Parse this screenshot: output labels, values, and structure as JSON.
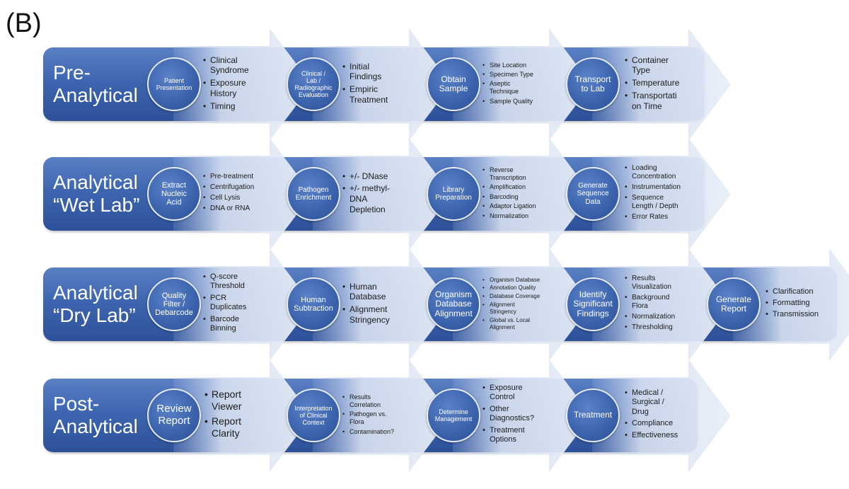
{
  "panel_label": "(B)",
  "rows": [
    {
      "title": "Pre-\nAnalytical",
      "steps": [
        {
          "name": "Patient\nPresentation",
          "items": [
            "Clinical\nSyndrome",
            "Exposure\nHistory",
            "Timing"
          ]
        },
        {
          "name": "Clinical /\nLab /\nRadiographic\nEvaluation",
          "items": [
            "Initial\nFindings",
            "Empiric\nTreatment"
          ]
        },
        {
          "name": "Obtain\nSample",
          "items": [
            "Site Location",
            "Specimen Type",
            "Aseptic\nTechnique",
            "Sample Quality"
          ]
        },
        {
          "name": "Transport\nto Lab",
          "items": [
            "Container\nType",
            "Temperature",
            "Transportati\non Time"
          ]
        }
      ]
    },
    {
      "title": "Analytical\n“Wet Lab”",
      "steps": [
        {
          "name": "Extract\nNucleic\nAcid",
          "items": [
            "Pre-treatment",
            "Centrifugation",
            "Cell Lysis",
            "DNA or RNA"
          ]
        },
        {
          "name": "Pathogen\nEnrichment",
          "items": [
            "+/- DNase",
            "+/- methyl-\nDNA\nDepletion"
          ]
        },
        {
          "name": "Library\nPreparation",
          "items": [
            "Reverse\nTranscription",
            "Amplification",
            "Barcoding",
            "Adaptor Ligation",
            "Normalization"
          ]
        },
        {
          "name": "Generate\nSequence\nData",
          "items": [
            "Loading\nConcentration",
            "Instrumentation",
            "Sequence\nLength / Depth",
            "Error Rates"
          ]
        }
      ]
    },
    {
      "title": "Analytical\n“Dry Lab”",
      "steps": [
        {
          "name": "Quality\nFilter /\nDebarcode",
          "items": [
            "Q-score\nThreshold",
            "PCR\nDuplicates",
            "Barcode\nBinning"
          ]
        },
        {
          "name": "Human\nSubtraction",
          "items": [
            "Human\nDatabase",
            "Alignment\nStringency"
          ]
        },
        {
          "name": "Organism\nDatabase\nAlignment",
          "items": [
            "Organism Database",
            "Annotation Quality",
            "Database Coverage",
            "Alignment\nStringency",
            "Global vs. Local\nAlignment"
          ]
        },
        {
          "name": "Identify\nSignificant\nFindings",
          "items": [
            "Results\nVisualization",
            "Background\nFlora",
            "Normalization",
            "Thresholding"
          ]
        },
        {
          "name": "Generate\nReport",
          "items": [
            "Clarification",
            "Formatting",
            "Transmission"
          ]
        }
      ]
    },
    {
      "title": "Post-\nAnalytical",
      "steps": [
        {
          "name": "Review\nReport",
          "items": [
            "Report\nViewer",
            "Report\nClarity"
          ]
        },
        {
          "name": "Interpretation\nof Clinical\nContext",
          "items": [
            "Results\nCorrelation",
            "Pathogen vs.\nFlora",
            "Contamination?"
          ]
        },
        {
          "name": "Determine\nManagement",
          "items": [
            "Exposure\nControl",
            "Other\nDiagnostics?",
            "Treatment\nOptions"
          ]
        },
        {
          "name": "Treatment",
          "items": [
            "Medical /\nSurgical /\nDrug",
            "Compliance",
            "Effectiveness"
          ]
        }
      ]
    }
  ]
}
